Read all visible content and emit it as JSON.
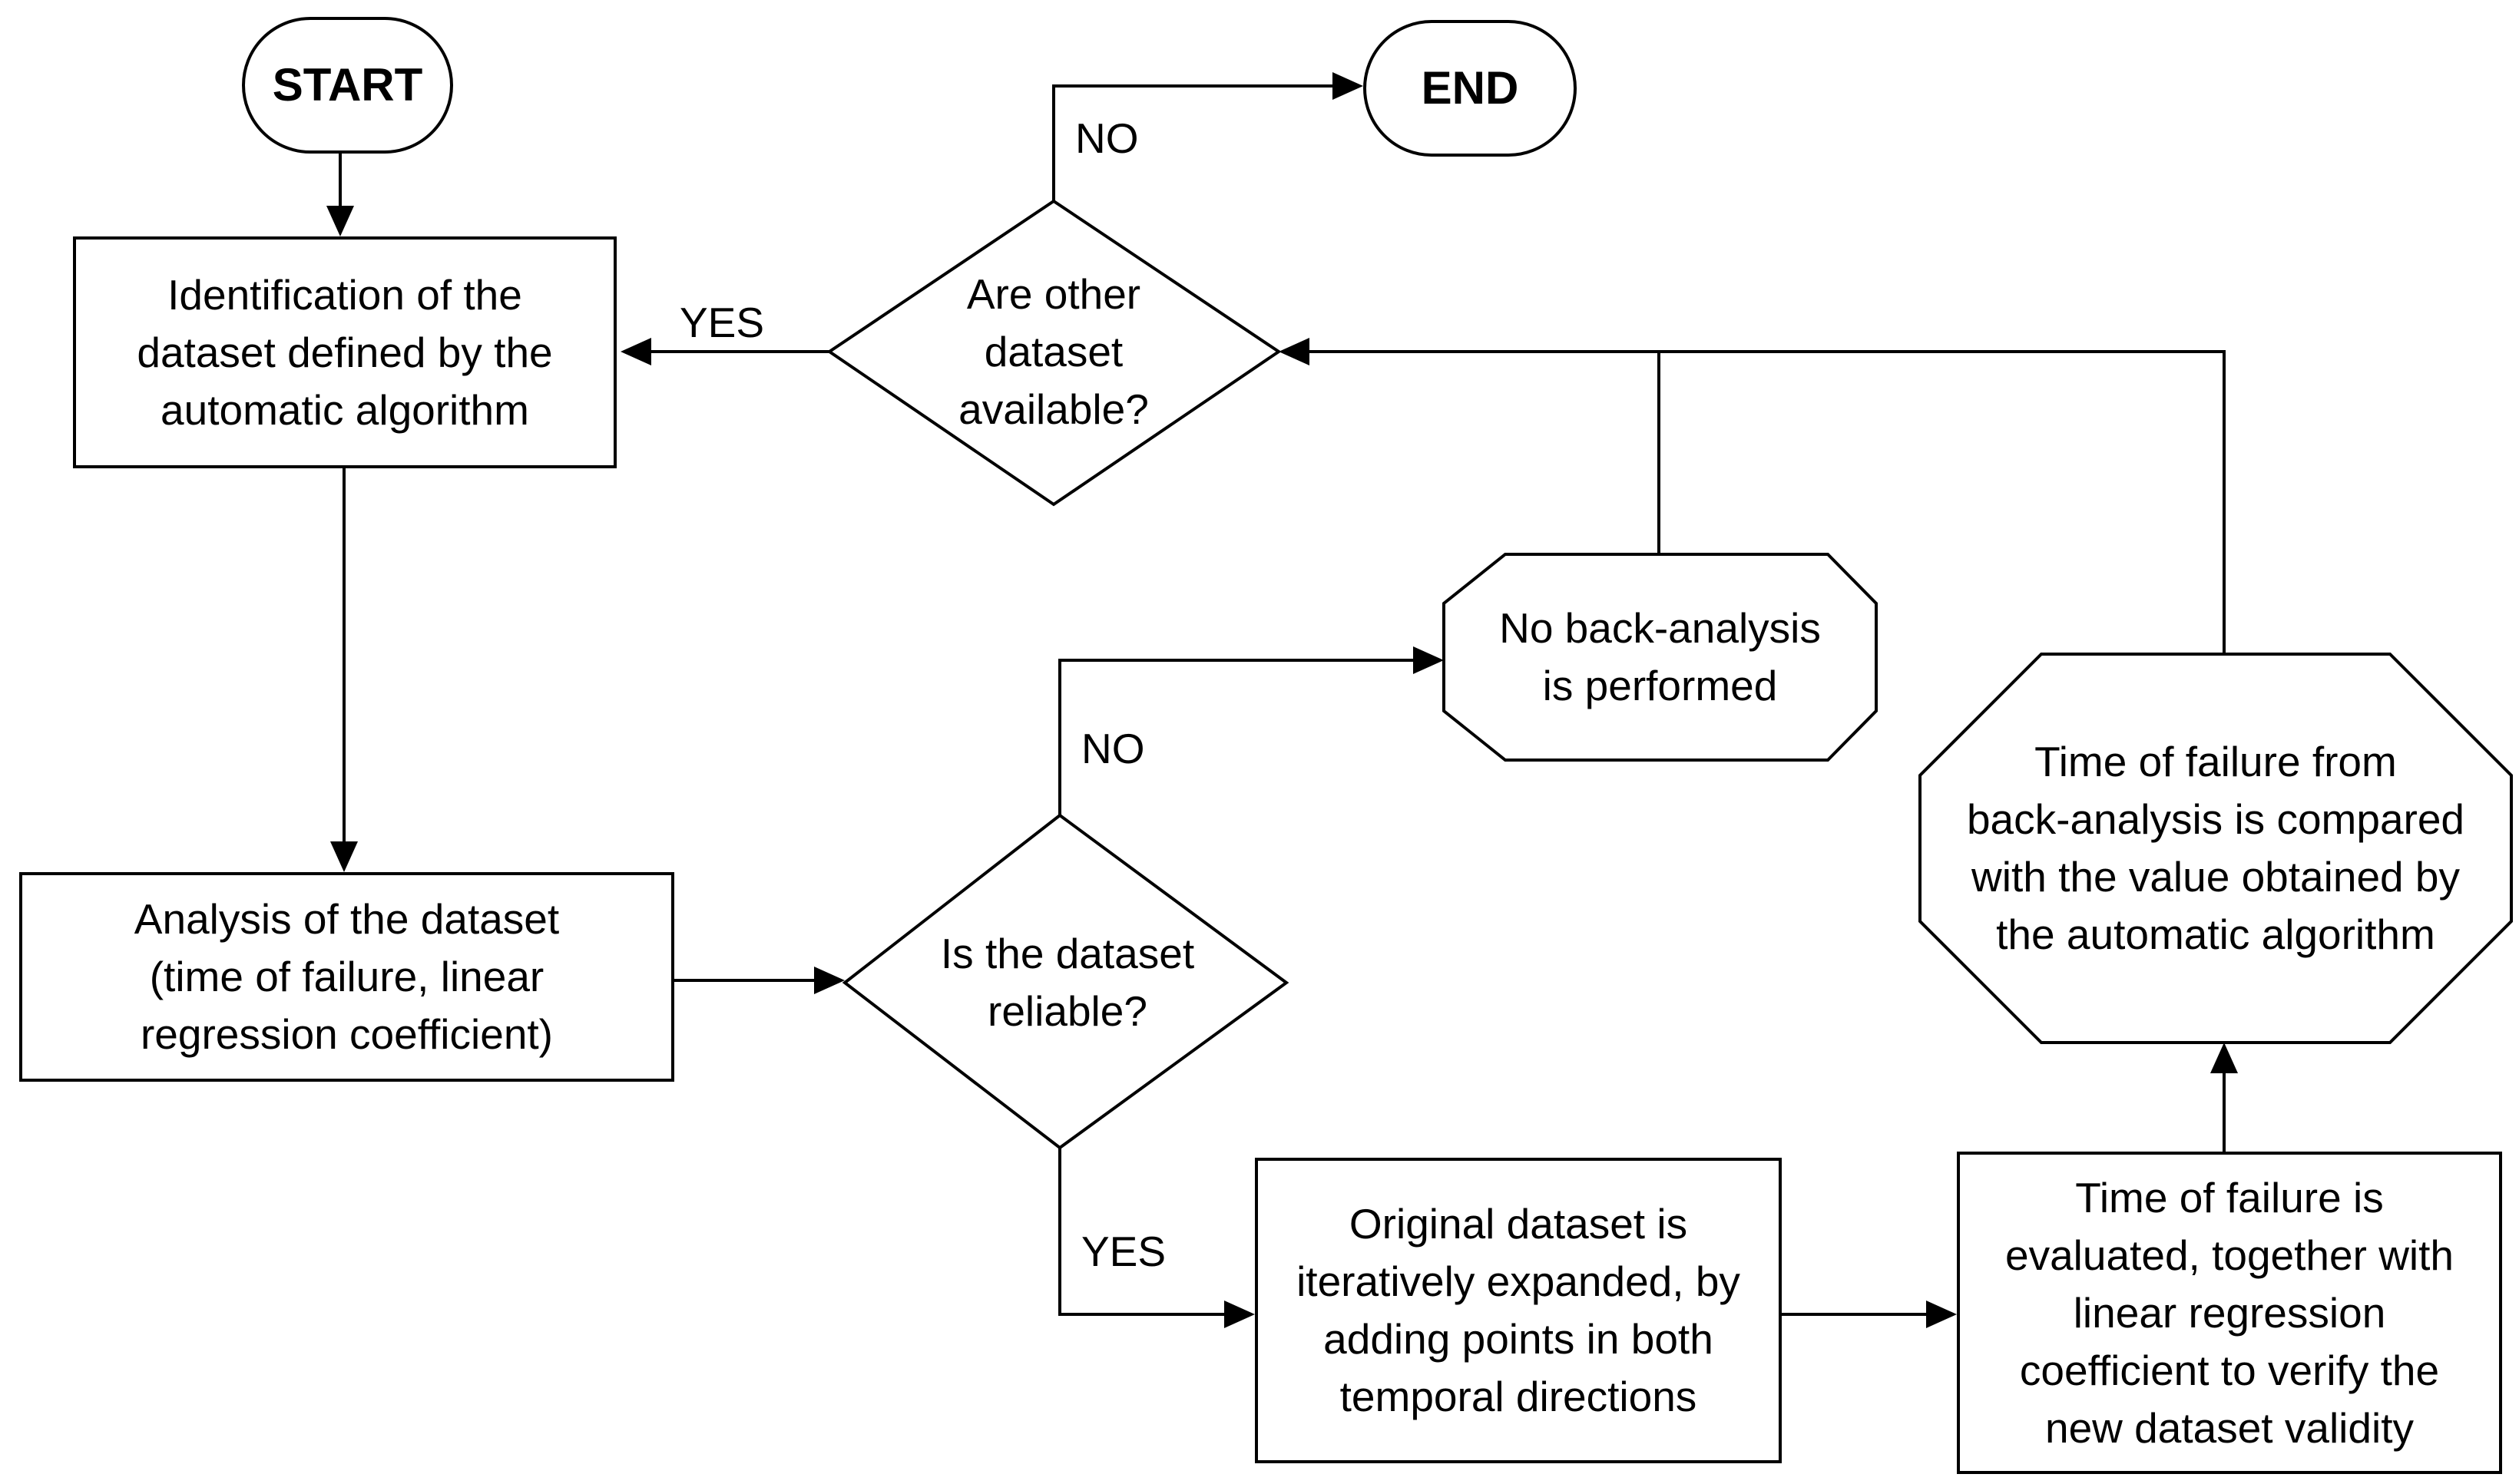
{
  "nodes": {
    "start": "START",
    "end": "END",
    "identification": "Identification of the\ndataset defined by the\nautomatic algorithm",
    "analysis": "Analysis of the dataset\n(time of failure, linear\nregression coefficient)",
    "other_available": "Are other\ndataset\navailable?",
    "reliable": "Is the dataset\nreliable?",
    "no_back": "No back-analysis\nis performed",
    "compared": "Time of failure from\nback-analysis is compared\nwith the value obtained by\nthe automatic algorithm",
    "expanded": "Original dataset is\niteratively expanded, by\nadding points in both\ntemporal directions",
    "evaluated": "Time of failure is\nevaluated, together with\nlinear regression\ncoefficient to verify the\nnew dataset validity"
  },
  "edge_labels": {
    "other_no": "NO",
    "other_yes": "YES",
    "reliable_no": "NO",
    "reliable_yes": "YES"
  },
  "colors": {
    "stroke": "#000000",
    "background": "#ffffff"
  }
}
